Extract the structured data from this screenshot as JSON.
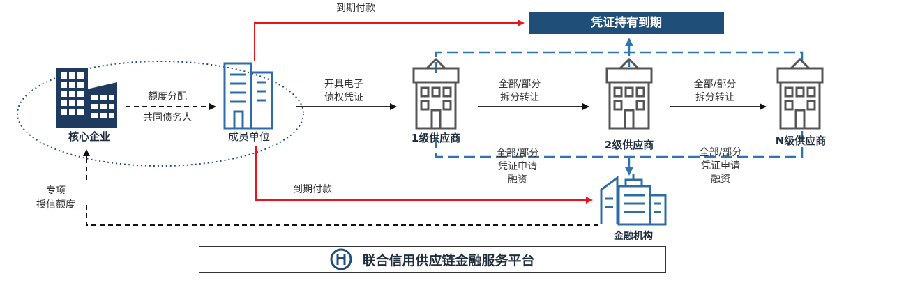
{
  "nodes": {
    "core": "核心企业",
    "member": "成员单位",
    "s1": "1级供应商",
    "s2": "2级供应商",
    "sn": "N级供应商",
    "bank": "金融机构"
  },
  "banner": "凭证持有到期",
  "platform": {
    "title": "联合信用供应链金融服务平台",
    "logo_icon": "union-credit-logo-icon"
  },
  "edges": {
    "quota_alloc": "额度分配",
    "co_debtor": "共同债务人",
    "issue_1": "开具电子",
    "issue_2": "债权凭证",
    "transfer_a1": "全部/部分",
    "transfer_a2": "拆分转让",
    "transfer_b1": "全部/部分",
    "transfer_b2": "拆分转让",
    "pay_top": "到期付款",
    "pay_bottom": "到期付款",
    "fin_a1": "全部/部分",
    "fin_a2": "凭证申请",
    "fin_a3": "融资",
    "fin_b1": "全部/部分",
    "fin_b2": "凭证申请",
    "fin_b3": "融资",
    "credit_1": "专项",
    "credit_2": "授信额度"
  },
  "colors": {
    "navy": "#1f4e79",
    "red": "#e8141a",
    "blue_dash": "#2e75b6",
    "icon": "#1f3a5f",
    "gray_icon": "#555555"
  }
}
